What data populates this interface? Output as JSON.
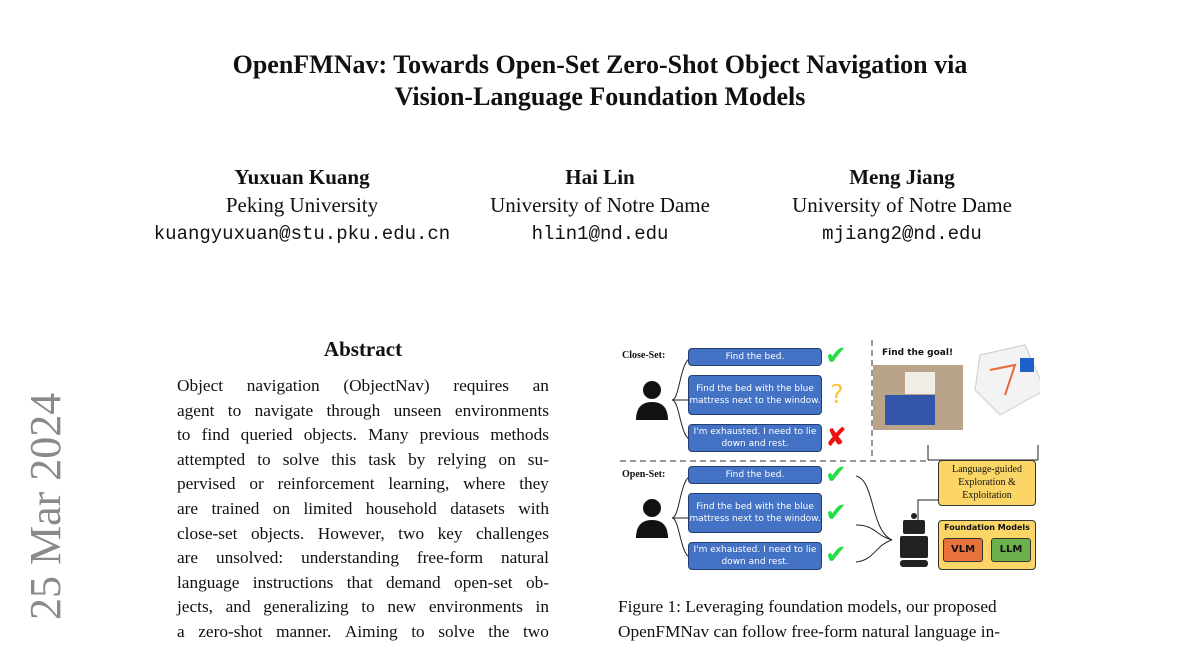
{
  "title": {
    "line1": "OpenFMNav: Towards Open-Set Zero-Shot Object Navigation via",
    "line2": "Vision-Language Foundation Models"
  },
  "authors": [
    {
      "name": "Yuxuan Kuang",
      "affiliation": "Peking University",
      "email": "kuangyuxuan@stu.pku.edu.cn"
    },
    {
      "name": "Hai Lin",
      "affiliation": "University of Notre Dame",
      "email": "hlin1@nd.edu"
    },
    {
      "name": "Meng Jiang",
      "affiliation": "University of Notre Dame",
      "email": "mjiang2@nd.edu"
    }
  ],
  "arxiv_stamp": "25 Mar 2024",
  "abstract": {
    "heading": "Abstract",
    "lines": [
      "Object navigation (ObjectNav) requires an",
      "agent to navigate through unseen environments",
      "to find queried objects. Many previous methods",
      "attempted to solve this task by relying on su-",
      "pervised or reinforcement learning, where they",
      "are trained on limited household datasets with",
      "close-set objects. However, two key challenges",
      "are unsolved: understanding free-form natural",
      "language instructions that demand open-set ob-",
      "jects, and generalizing to new environments in",
      "a zero-shot manner.  Aiming to solve the two"
    ]
  },
  "figure": {
    "close_label": "Close-Set:",
    "open_label": "Open-Set:",
    "instructions": [
      "Find the bed.",
      "Find the bed with the blue mattress next to the window.",
      "I'm exhausted. I need to lie down and rest."
    ],
    "goal_label": "Find the goal!",
    "exploration": "Language-guided Exploration & Exploitation",
    "foundation": "Foundation Models",
    "vlm": "VLM",
    "llm": "LLM",
    "colors": {
      "bubble": "#4472c4",
      "check": "#22dd44",
      "cross": "#ee1111",
      "question": "#f7c744",
      "yellow": "#fbd667",
      "vlm": "#e8733a",
      "llm": "#6ab04c"
    }
  },
  "caption": {
    "lines": [
      "Figure 1: Leveraging foundation models, our proposed",
      "OpenFMNav can follow free-form natural language in-"
    ]
  }
}
